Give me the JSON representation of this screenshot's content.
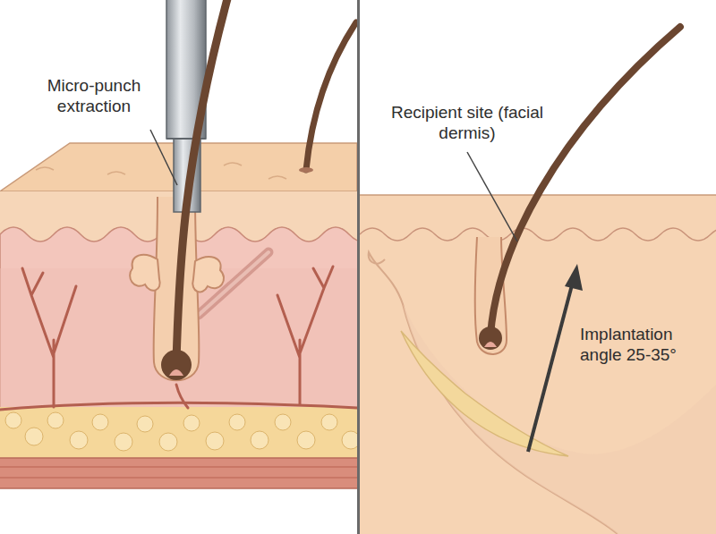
{
  "diagram": {
    "labels": [
      "Micro-punch extraction",
      "Recipient site (facial dermis)",
      "Implantation angle 25-35°"
    ]
  }
}
